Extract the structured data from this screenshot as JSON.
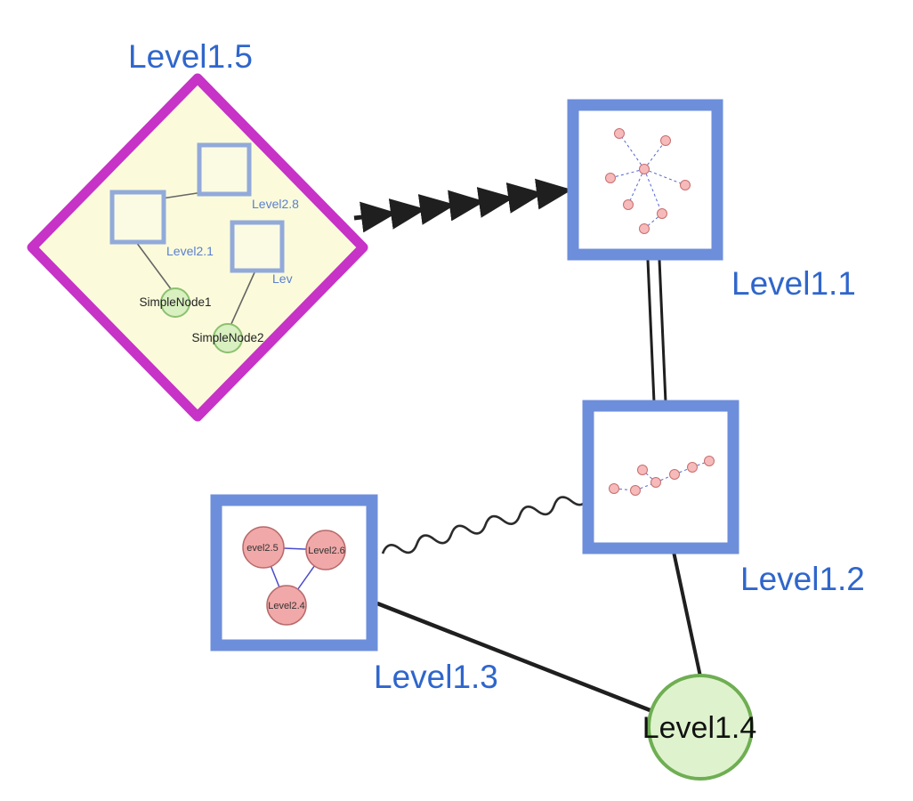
{
  "diagram": {
    "type": "nested-graph",
    "description": "Hierarchical graph with group nodes containing sub-graphs",
    "colors": {
      "label_blue": "#2f66cc",
      "diamond_stroke": "#c732c7",
      "diamond_fill": "#fbfbdb",
      "group_square_stroke": "#6d8edb",
      "inner_square_stroke": "#92aada",
      "inner_square_fill": "#fbfbe4",
      "green_node_fill": "#d9f0c0",
      "green_node_stroke": "#8cc070",
      "level1_4_fill": "#def3cd",
      "level1_4_stroke": "#6fae53",
      "pink_fill": "#f1a8a8",
      "pink_stroke": "#c07070",
      "inner_edge_blue": "#4a4acc",
      "edge_black": "#1f1f1f"
    }
  },
  "nodes": {
    "level1_5": {
      "label": "Level1.5",
      "shape": "diamond",
      "role": "group"
    },
    "level1_1": {
      "label": "Level1.1",
      "shape": "square",
      "role": "group"
    },
    "level1_2": {
      "label": "Level1.2",
      "shape": "square",
      "role": "group"
    },
    "level1_3": {
      "label": "Level1.3",
      "shape": "square",
      "role": "group"
    },
    "level1_4": {
      "label": "Level1.4",
      "shape": "circle",
      "role": "simple"
    },
    "level2_8": {
      "label": "Level2.8",
      "shape": "square",
      "parent": "level1_5"
    },
    "level2_1": {
      "label": "Level2.1",
      "shape": "square",
      "parent": "level1_5"
    },
    "level2_x": {
      "label": "Lev",
      "shape": "square",
      "parent": "level1_5"
    },
    "simple_node_1": {
      "label": "SimpleNode1",
      "shape": "circle",
      "parent": "level1_5"
    },
    "simple_node_2": {
      "label": "SimpleNode2",
      "shape": "circle",
      "parent": "level1_5"
    },
    "level2_5": {
      "label": "evel2.5",
      "shape": "circle",
      "parent": "level1_3"
    },
    "level2_6": {
      "label": "Level2.6",
      "shape": "circle",
      "parent": "level1_3"
    },
    "level2_4": {
      "label": "Level2.4",
      "shape": "circle",
      "parent": "level1_3"
    }
  },
  "edges": [
    {
      "from": "Level1.5",
      "to": "Level1.1",
      "style": "dashed-arrow-chain"
    },
    {
      "from": "Level1.1",
      "to": "Level1.2",
      "style": "double-line"
    },
    {
      "from": "Level1.3",
      "to": "Level1.2",
      "style": "wavy"
    },
    {
      "from": "Level1.2",
      "to": "Level1.4",
      "style": "solid"
    },
    {
      "from": "Level1.3",
      "to": "Level1.4",
      "style": "solid"
    },
    {
      "from": "Level2.8",
      "to": "Level2.1",
      "style": "thin-solid"
    },
    {
      "from": "Level2.1",
      "to": "SimpleNode1",
      "style": "thin-solid"
    },
    {
      "from": "Lev",
      "to": "SimpleNode2",
      "style": "thin-solid"
    },
    {
      "from": "evel2.5",
      "to": "Level2.6",
      "style": "thin-blue"
    },
    {
      "from": "evel2.5",
      "to": "Level2.4",
      "style": "thin-blue"
    },
    {
      "from": "Level2.6",
      "to": "Level2.4",
      "style": "thin-blue"
    }
  ],
  "mini_graphs": {
    "level1_1": {
      "node_count": 8,
      "layout": "star",
      "edge_style": "dashed-blue",
      "node_color": "pink"
    },
    "level1_2": {
      "node_count": 7,
      "layout": "chain",
      "edge_style": "dashed-blue",
      "node_color": "pink"
    }
  }
}
